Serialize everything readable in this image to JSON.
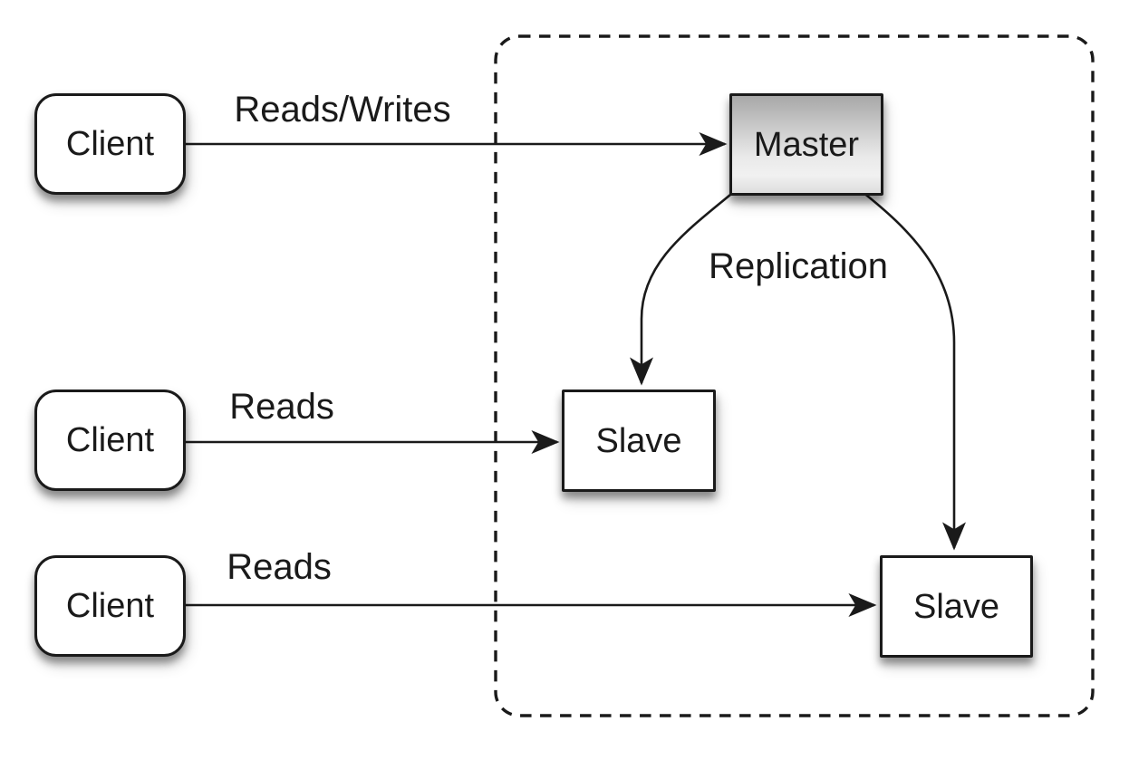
{
  "nodes": {
    "client_top": {
      "label": "Client"
    },
    "client_middle": {
      "label": "Client"
    },
    "client_bottom": {
      "label": "Client"
    },
    "master": {
      "label": "Master"
    },
    "slave_middle": {
      "label": "Slave"
    },
    "slave_bottom": {
      "label": "Slave"
    }
  },
  "edge_labels": {
    "client_top_to_master": "Reads/Writes",
    "client_middle_to_slave": "Reads",
    "client_bottom_to_slave": "Reads",
    "master_to_slaves": "Replication"
  },
  "colors": {
    "background": "#ffffff",
    "line": "#1a1a1a",
    "text": "#1a1a1a",
    "node_fill": "#ffffff",
    "node_border": "#1a1a1a",
    "master_top": "#a8a8a8",
    "master_mid": "#e9e9e9",
    "master_bottom": "#dedede"
  }
}
